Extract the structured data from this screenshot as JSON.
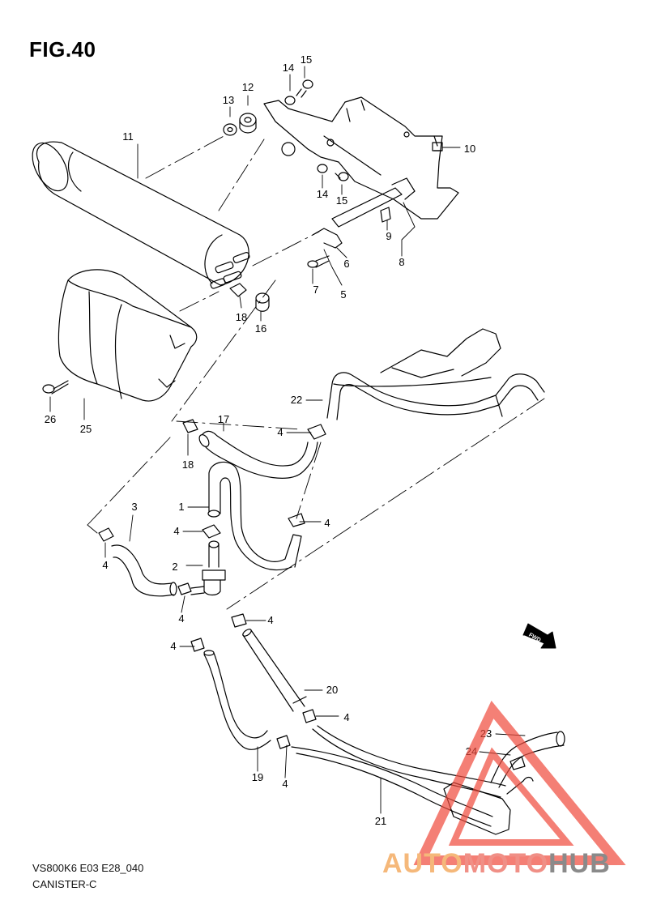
{
  "figure": {
    "title": "FIG.40",
    "code": "VS800K6 E03 E28_040",
    "name": "CANISTER-C"
  },
  "fwd_label": "FWD",
  "callouts": {
    "c1": "1",
    "c2": "2",
    "c3": "3",
    "c4a": "4",
    "c4b": "4",
    "c4c": "4",
    "c4d": "4",
    "c4e": "4",
    "c4f": "4",
    "c4g": "4",
    "c4h": "4",
    "c4i": "4",
    "c5": "5",
    "c6": "6",
    "c7": "7",
    "c8": "8",
    "c9": "9",
    "c10": "10",
    "c11": "11",
    "c12": "12",
    "c13": "13",
    "c14a": "14",
    "c14b": "14",
    "c15a": "15",
    "c15b": "15",
    "c16": "16",
    "c17": "17",
    "c18a": "18",
    "c18b": "18",
    "c19": "19",
    "c20": "20",
    "c21": "21",
    "c22": "22",
    "c23": "23",
    "c24": "24",
    "c25": "25",
    "c26": "26"
  },
  "watermark": {
    "part1": "AUTO",
    "part2": "MOTO",
    "part3": "HUB",
    "color1": "#f5b87a",
    "color2": "#f08f86",
    "color3": "#8a8a8a",
    "triangle_color": "#f04a3c"
  }
}
